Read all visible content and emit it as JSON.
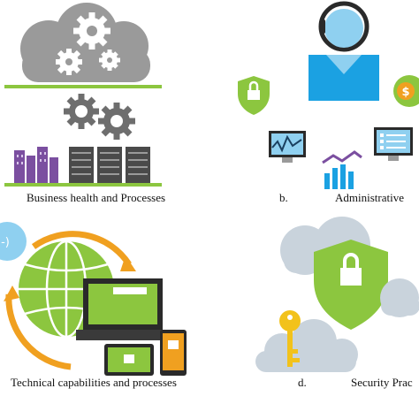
{
  "panels": {
    "a": {
      "label": "",
      "caption": "Business health and Processes"
    },
    "b": {
      "label": "b.",
      "caption": "Administrative"
    },
    "c": {
      "label": "",
      "caption": "Technical capabilities and processes",
      "bubble_text": "-)"
    },
    "d": {
      "label": "d.",
      "caption": "Security Prac"
    }
  },
  "colors": {
    "cloud_gray": "#9a9a9a",
    "cloud_light": "#c9d3dc",
    "gear_dark": "#6e6e6e",
    "green": "#8cc63f",
    "purple": "#7b4fa0",
    "server": "#4a4a4a",
    "blue": "#1ba1e2",
    "light_blue": "#8fd0f0",
    "orange": "#f0a020",
    "yellow_key": "#f2c21b"
  },
  "icons": [
    "cloud-icon",
    "gear-icon",
    "server-rack-icon",
    "building-icon",
    "headset-user-icon",
    "lock-shield-icon",
    "dollar-icon",
    "monitor-chart-icon",
    "bar-line-chart-icon",
    "checklist-monitor-icon",
    "globe-icon",
    "laptop-icon",
    "tablet-icon",
    "phone-icon",
    "key-icon"
  ]
}
